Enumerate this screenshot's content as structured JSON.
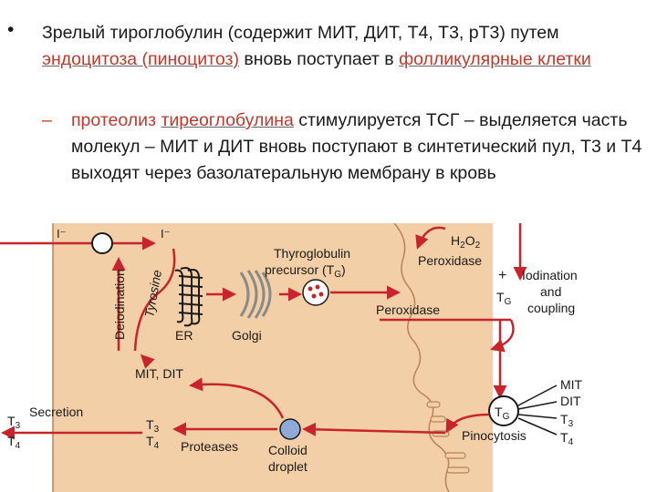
{
  "text": {
    "bullet": "•",
    "p1_a": "Зрелый тироглобулин (содержит МИТ, ДИТ, Т4, Т3, рТ3) путем ",
    "p1_b": "эндоцитоза (пиноцитоз)",
    "p1_c": " вновь поступает в ",
    "p1_d": "фолликулярные клетки",
    "dash": "–",
    "p2_a": "протеолиз ",
    "p2_b": "тиреоглобулина",
    "p2_c": " стимулируется ТСГ – выделяется часть молекул – МИТ  и ДИТ вновь поступают в синтетический пул, Т3 и Т4 выходят через базолатеральную мембрану в кровь"
  },
  "diagram": {
    "iodide_left": "I⁻",
    "iodide_inside": "I⁻",
    "deiodination": "Deiodination",
    "tyrosine": "Tyrosine",
    "er": "ER",
    "golgi": "Golgi",
    "tg_precursor_1": "Thyroglobulin",
    "tg_precursor_2": "precursor (T",
    "tg_precursor_sub": "G",
    "tg_precursor_end": ")",
    "h2o2_h": "H",
    "h2o2_2a": "2",
    "h2o2_o": "O",
    "h2o2_2b": "2",
    "peroxidase_top": "Peroxidase",
    "plus": "+",
    "tg_top": "T",
    "tg_top_sub": "G",
    "iodination_1": "Iodination",
    "iodination_2": "and",
    "iodination_3": "coupling",
    "peroxidase_mid": "Peroxidase",
    "mit_dit": "MIT, DIT",
    "secretion": "Secretion",
    "t3_left": "T",
    "t3_left_sub": "3",
    "t4_left": "T",
    "t4_left_sub": "4",
    "t3_mid": "T",
    "t3_mid_sub": "3",
    "t4_mid": "T",
    "t4_mid_sub": "4",
    "proteases": "Proteases",
    "colloid_1": "Colloid",
    "colloid_2": "droplet",
    "tg_pino": "T",
    "tg_pino_sub": "G",
    "pinocytosis": "Pinocytosis",
    "right_mit": "MIT",
    "right_dit": "DIT",
    "right_t3": "T",
    "right_t3_sub": "3",
    "right_t4": "T",
    "right_t4_sub": "4"
  },
  "colors": {
    "cell": "#f2cfa6",
    "cell_edge": "#b9825a",
    "arrow": "#c8242a",
    "droplet": "#8fa9d8"
  }
}
